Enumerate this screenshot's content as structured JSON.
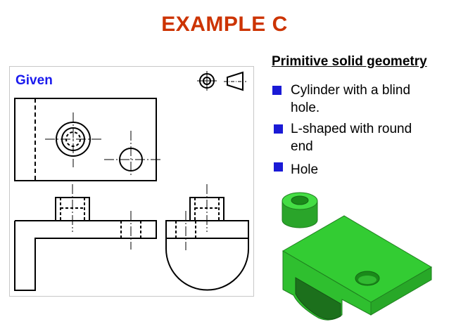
{
  "title": "EXAMPLE  C",
  "given_label": "Given",
  "section": {
    "heading": "Primitive solid geometry",
    "bullets": [
      {
        "line1": "Cylinder with a blind",
        "line2": "hole."
      },
      {
        "line1": "L-shaped with round",
        "line2": "end"
      },
      {
        "line1": "Hole",
        "line2": ""
      }
    ]
  },
  "icons": [
    "projection-symbol-circle-icon",
    "projection-symbol-cone-icon"
  ],
  "colors": {
    "title": "#cc3300",
    "given": "#1a1aee",
    "bullet": "#1a1ad6",
    "solid_green": "#33cc33",
    "solid_green_dark": "#1f8f1f"
  }
}
